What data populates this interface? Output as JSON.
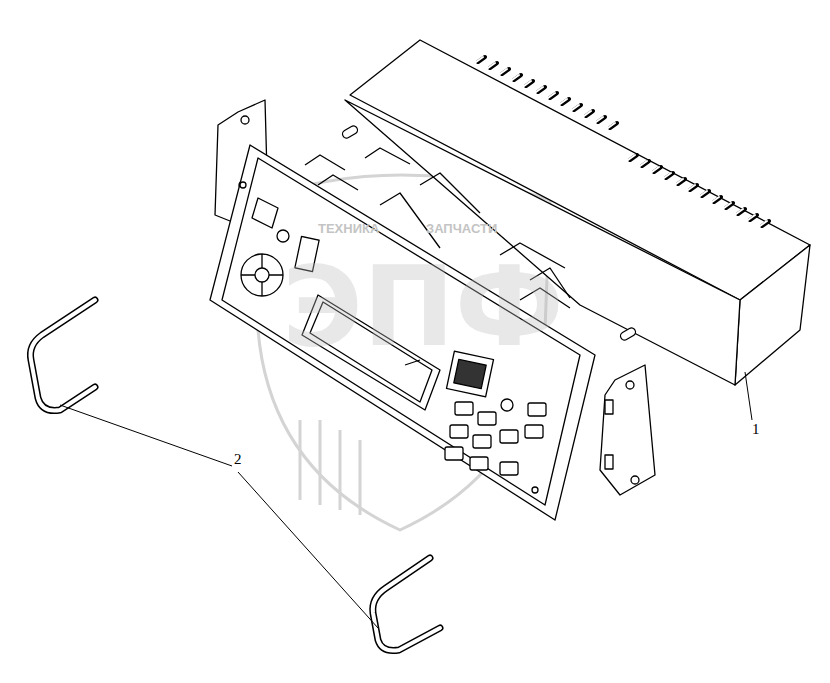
{
  "diagram": {
    "labels": [
      "1",
      "2",
      "ТЕХНИКА",
      "ЗАПЧАСТИ",
      "ЭПФ"
    ]
  }
}
